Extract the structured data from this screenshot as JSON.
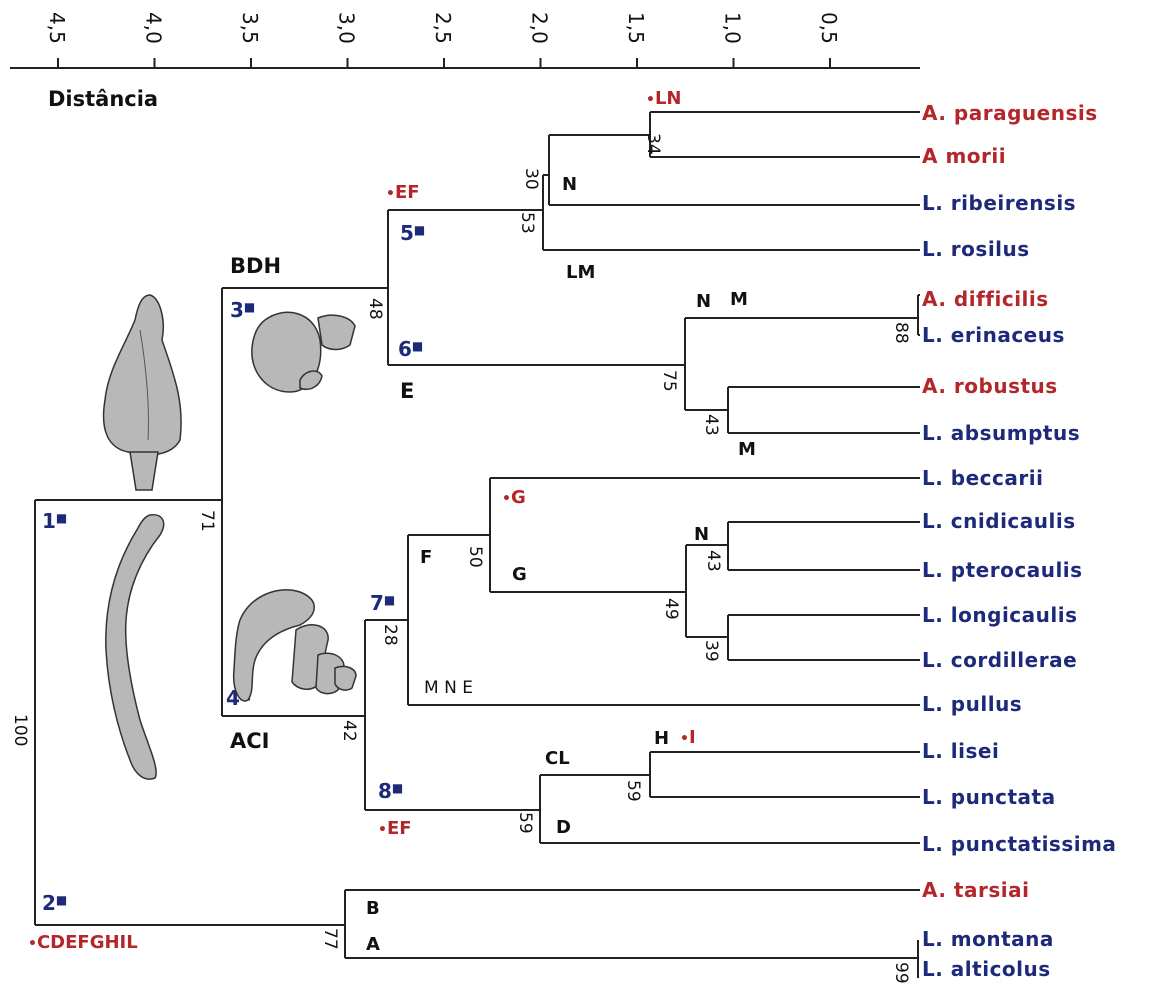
{
  "axis": {
    "title": "Distância",
    "ticks": [
      "4,5",
      "4,0",
      "3,5",
      "3,0",
      "2,5",
      "2,0",
      "1,5",
      "1,0",
      "0,5"
    ]
  },
  "groups": {
    "upper": "BDH",
    "lower": "ACI"
  },
  "taxa": [
    {
      "name": "A. paraguensis",
      "color": "#b3262a"
    },
    {
      "name": "A morii",
      "color": "#b3262a"
    },
    {
      "name": "L. ribeirensis",
      "color": "#1d2a7a"
    },
    {
      "name": "L. rosilus",
      "color": "#1d2a7a"
    },
    {
      "name": "A. difficilis",
      "color": "#b3262a"
    },
    {
      "name": "L. erinaceus",
      "color": "#1d2a7a"
    },
    {
      "name": "A. robustus",
      "color": "#b3262a"
    },
    {
      "name": "L. absumptus",
      "color": "#1d2a7a"
    },
    {
      "name": "L. beccarii",
      "color": "#1d2a7a"
    },
    {
      "name": "L. cnidicaulis",
      "color": "#1d2a7a"
    },
    {
      "name": "L. pterocaulis",
      "color": "#1d2a7a"
    },
    {
      "name": "L. longicaulis",
      "color": "#1d2a7a"
    },
    {
      "name": "L. cordillerae",
      "color": "#1d2a7a"
    },
    {
      "name": "L. pullus",
      "color": "#1d2a7a"
    },
    {
      "name": "L. lisei",
      "color": "#1d2a7a"
    },
    {
      "name": "L. punctata",
      "color": "#1d2a7a"
    },
    {
      "name": "L. punctatissima",
      "color": "#1d2a7a"
    },
    {
      "name": "A. tarsiai",
      "color": "#b3262a"
    },
    {
      "name": "L. montana",
      "color": "#1d2a7a"
    },
    {
      "name": "L. alticolus",
      "color": "#1d2a7a"
    }
  ],
  "node_numbers": [
    "1",
    "2",
    "3",
    "4",
    "5",
    "6",
    "7",
    "8"
  ],
  "support_values": [
    "34",
    "30",
    "53",
    "48",
    "88",
    "75",
    "43",
    "71",
    "50",
    "43",
    "49",
    "39",
    "28",
    "42",
    "59",
    "59",
    "100",
    "77",
    "99"
  ],
  "char_labels": {
    "ln": "LN",
    "ef_upper": "EF",
    "n_small": "N",
    "lm": "LM",
    "n_m1": "N",
    "m1": "M",
    "e": "E",
    "m2": "M",
    "g_red": "G",
    "f": "F",
    "g": "G",
    "n2": "N",
    "mne": "M N E",
    "h": "H",
    "i_red": "I",
    "cl": "CL",
    "ef_lower": "EF",
    "d": "D",
    "cdefghil": "CDEFGHIL",
    "b": "B",
    "a": "A"
  },
  "colors": {
    "red": "#b3262a",
    "blue": "#1d2a7a",
    "line": "#222222"
  },
  "icons": [
    "anther-figure-top",
    "anther-figure-bottom",
    "flower-figure-upper",
    "flower-figure-lower"
  ]
}
